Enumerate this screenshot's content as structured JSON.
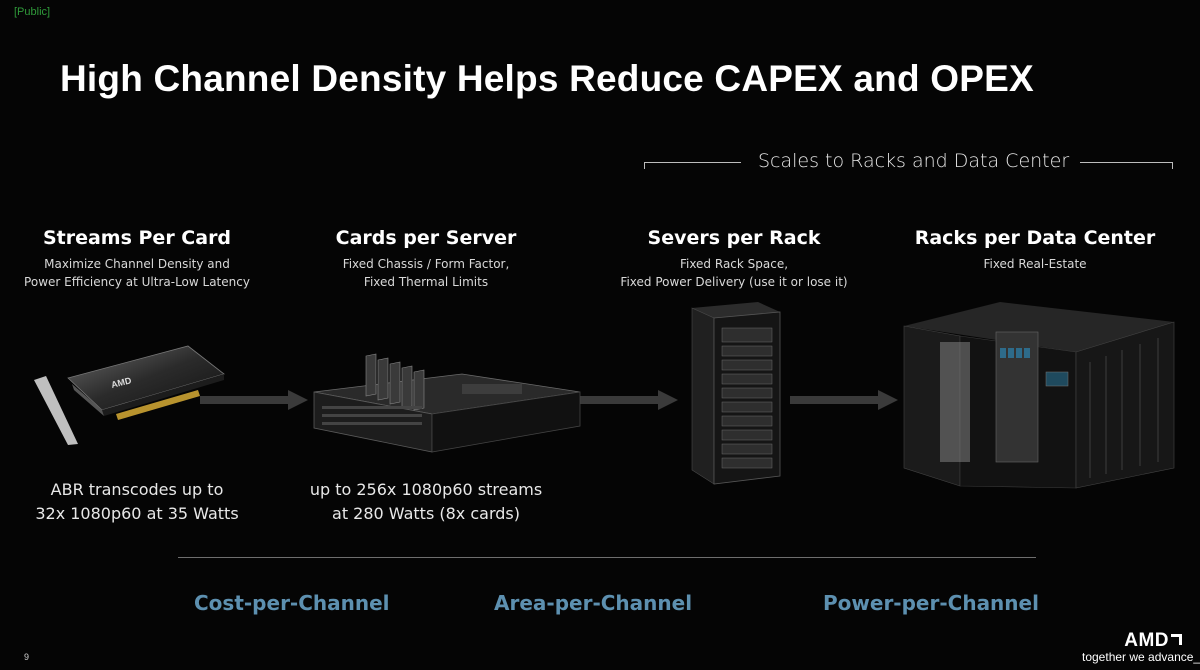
{
  "classification": "[Public]",
  "title": "High Channel Density Helps Reduce CAPEX and OPEX",
  "scale_label": "Scales to Racks and Data Center",
  "columns": [
    {
      "heading": "Streams Per Card",
      "sub1": "Maximize Channel Density and",
      "sub2": "Power  Efficiency at Ultra-Low Latency"
    },
    {
      "heading": "Cards per Server",
      "sub1": "Fixed Chassis / Form Factor,",
      "sub2": "Fixed Thermal Limits"
    },
    {
      "heading": "Severs per Rack",
      "sub1": "Fixed Rack Space,",
      "sub2": "Fixed Power Delivery (use it or lose it)"
    },
    {
      "heading": "Racks per Data Center",
      "sub1": "Fixed Real-Estate",
      "sub2": ""
    }
  ],
  "metrics": [
    {
      "line1": "ABR transcodes  up to",
      "line2": "32x 1080p60 at 35 Watts"
    },
    {
      "line1": "up to 256x 1080p60 streams",
      "line2": "at 280 Watts (8x cards)"
    }
  ],
  "footer_labels": [
    "Cost-per-Channel",
    "Area-per-Channel",
    "Power-per-Channel"
  ],
  "card_brand": "AMD",
  "page_number": "9",
  "logo": {
    "text": "AMD",
    "tagline": "together we advance_"
  },
  "colors": {
    "background": "#050505",
    "accent_blue": "#5d90b0",
    "public_green": "#2f9a3a"
  }
}
